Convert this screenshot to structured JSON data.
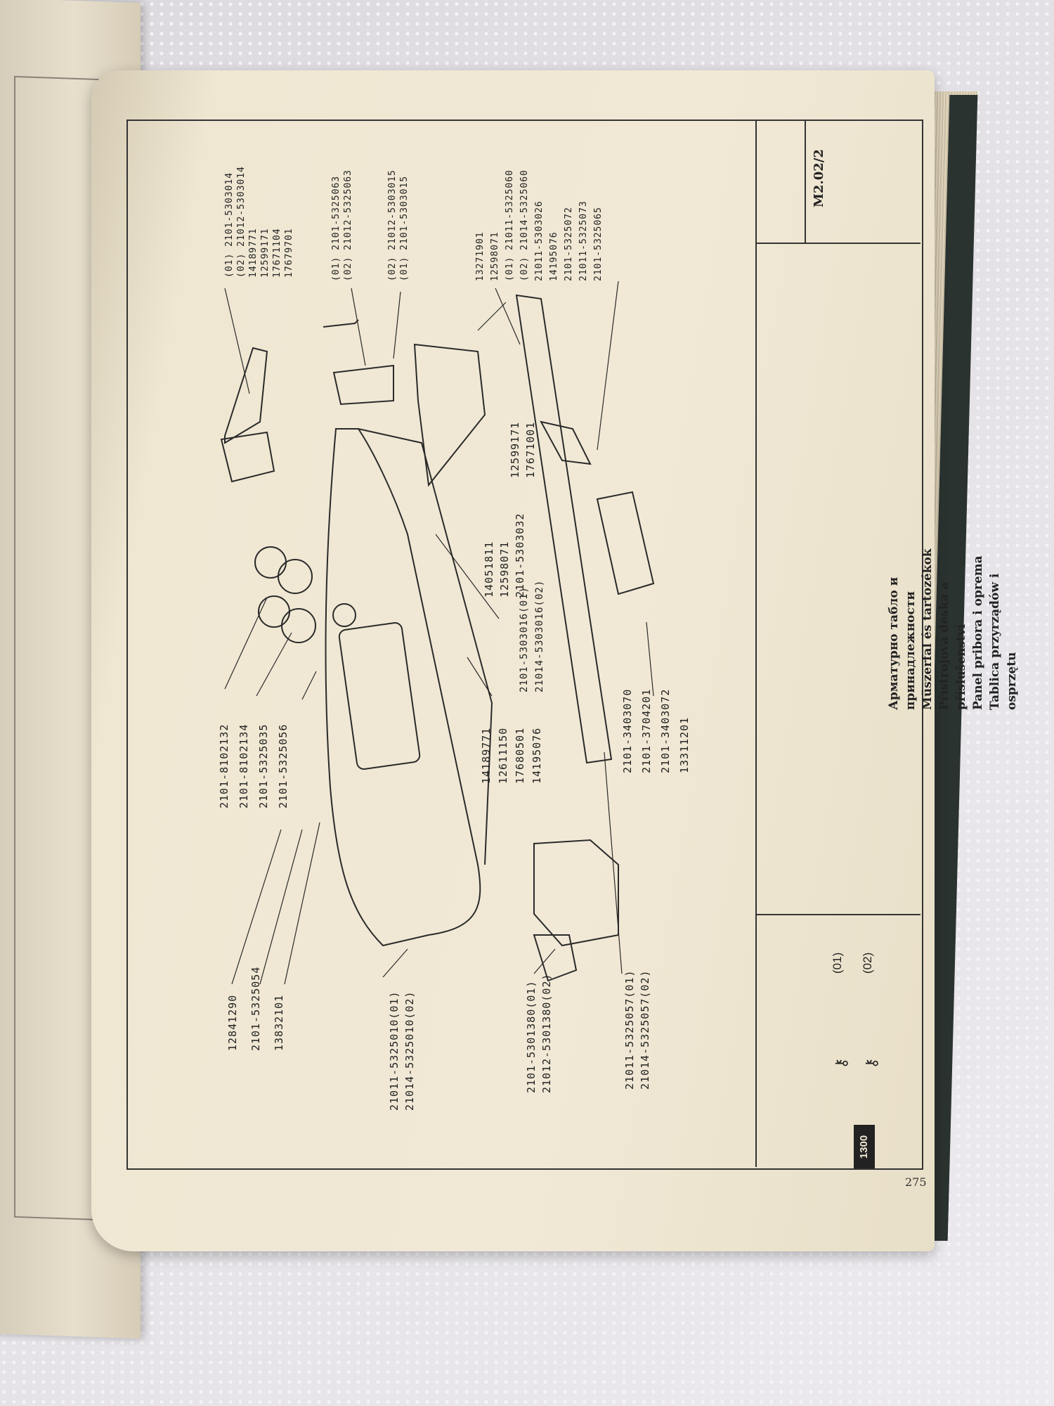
{
  "header": {
    "section_code": "M2.02/2"
  },
  "title_lines": [
    "Арматурно табло и принадлежности",
    "Müszerfal és tartozékok",
    "Přístrojová deska a příslušenství",
    "Panel pribora i oprema",
    "Tablica przyrządów i osprzętu"
  ],
  "page_number": "275",
  "legend": {
    "badge": "1300",
    "items": [
      {
        "symbol": "(01)"
      },
      {
        "symbol": "(02)"
      }
    ]
  },
  "parts": {
    "left_column": [
      "12841290",
      "2101-5325054",
      "13832101"
    ],
    "panel_main": [
      "21011-5325010(01)",
      "21014-5325010(02)"
    ],
    "glovebox_frame": [
      "2101-5301380(01)",
      "21012-5301380(02)"
    ],
    "glovebox_lid": [
      "21011-5325057(01)",
      "21014-5325057(02)"
    ],
    "gauges": [
      "2101-8102132",
      "2101-8102134",
      "2101-5325035",
      "2101-5325056"
    ],
    "middle_screws": [
      "14189771",
      "12611150",
      "17680501",
      "14195076"
    ],
    "ashtray_group": [
      "2101-3403070",
      "2101-3704201",
      "2101-3403072",
      "13311201"
    ],
    "center_pair": [
      "2101-5303016(01)",
      "21014-5303016(02)"
    ],
    "center_group": [
      "14051811",
      "12598071",
      "2101-5303032"
    ],
    "top_pair_a": [
      "12599171",
      "17671001"
    ],
    "top_group_1": [
      "(01) 2101-5303014",
      "(02) 21012-5303014",
      "14189771",
      "12599171",
      "17671104",
      "17679701"
    ],
    "top_group_2": [
      "(01) 2101-5325063",
      "(02) 21012-5325063"
    ],
    "top_group_3": [
      "(02) 21012-5303015",
      "(01) 2101-5303015"
    ],
    "top_group_4": [
      "13271901",
      "12598071",
      "(01) 21011-5325060",
      "(02) 21014-5325060",
      "21011-5303026",
      "14195076",
      "2101-5325072",
      "21011-5325073",
      "2101-5325065"
    ]
  }
}
